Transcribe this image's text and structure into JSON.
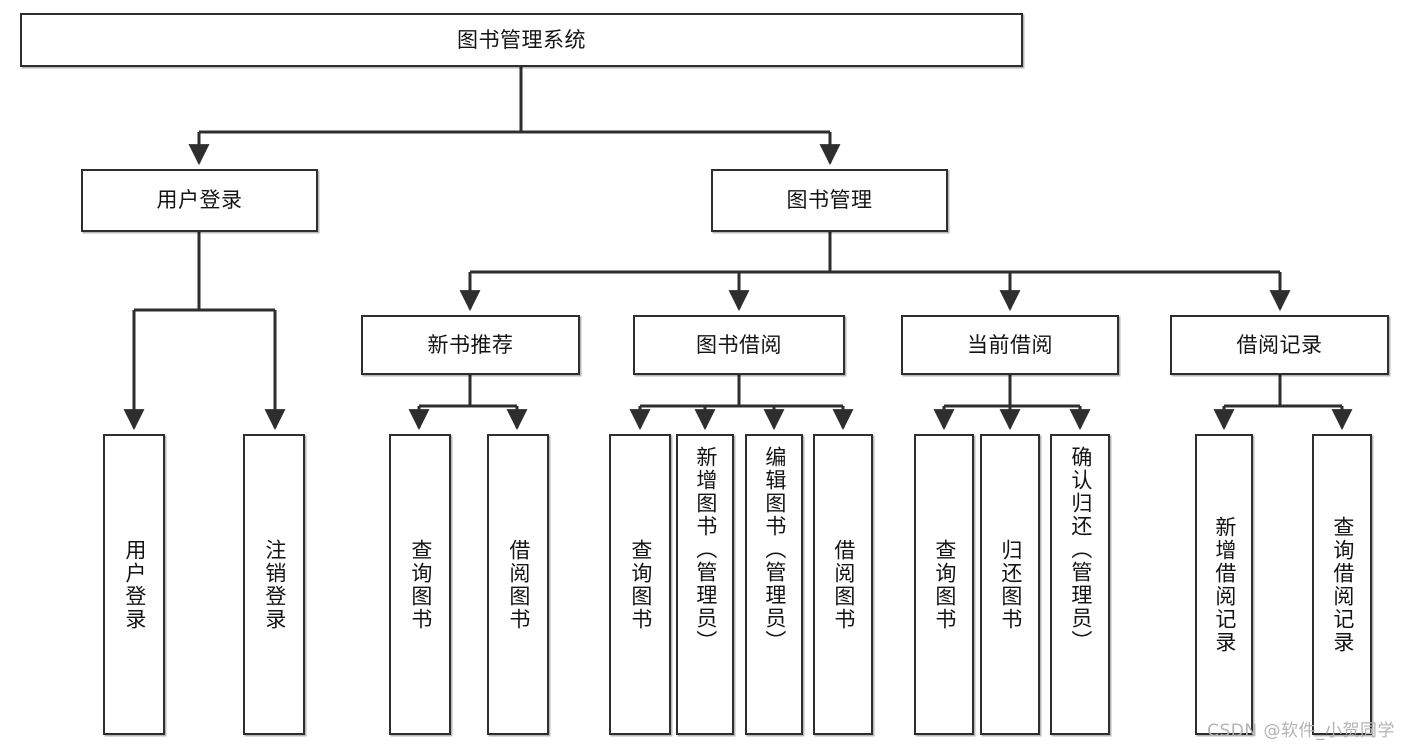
{
  "diagram": {
    "title": "图书管理系统",
    "type": "hierarchy-tree",
    "watermark": "CSDN @软件_小贺同学",
    "colors": {
      "box_border": "#2e2e2e",
      "box_fill": "#ffffff",
      "connector": "#2e2e2e",
      "text": "#141414",
      "watermark": "#b4b4b4"
    },
    "levels": [
      {
        "level": 1,
        "nodes": [
          {
            "id": "root",
            "label": "图书管理系统",
            "orientation": "horizontal"
          }
        ]
      },
      {
        "level": 2,
        "nodes": [
          {
            "id": "user-login",
            "label": "用户登录",
            "orientation": "horizontal",
            "parent": "root"
          },
          {
            "id": "book-manage",
            "label": "图书管理",
            "orientation": "horizontal",
            "parent": "root"
          }
        ]
      },
      {
        "level": 3,
        "nodes": [
          {
            "id": "new-book-recommend",
            "label": "新书推荐",
            "orientation": "horizontal",
            "parent": "book-manage"
          },
          {
            "id": "book-borrow",
            "label": "图书借阅",
            "orientation": "horizontal",
            "parent": "book-manage"
          },
          {
            "id": "current-borrow",
            "label": "当前借阅",
            "orientation": "horizontal",
            "parent": "book-manage"
          },
          {
            "id": "borrow-record",
            "label": "借阅记录",
            "orientation": "horizontal",
            "parent": "book-manage"
          }
        ]
      },
      {
        "level": 4,
        "nodes": [
          {
            "id": "leaf-user-login",
            "label": "用户登录",
            "orientation": "vertical",
            "parent": "user-login"
          },
          {
            "id": "leaf-logout-login",
            "label": "注销登录",
            "orientation": "vertical",
            "parent": "user-login"
          },
          {
            "id": "leaf-query-book-1",
            "label": "查询图书",
            "orientation": "vertical",
            "parent": "new-book-recommend"
          },
          {
            "id": "leaf-borrow-book-1",
            "label": "借阅图书",
            "orientation": "vertical",
            "parent": "new-book-recommend"
          },
          {
            "id": "leaf-query-book-2",
            "label": "查询图书",
            "orientation": "vertical",
            "parent": "book-borrow"
          },
          {
            "id": "leaf-add-book-admin",
            "label": "新增图书（管理员）",
            "orientation": "vertical",
            "parent": "book-borrow"
          },
          {
            "id": "leaf-edit-book-admin",
            "label": "编辑图书（管理员）",
            "orientation": "vertical",
            "parent": "book-borrow"
          },
          {
            "id": "leaf-borrow-book-2",
            "label": "借阅图书",
            "orientation": "vertical",
            "parent": "book-borrow"
          },
          {
            "id": "leaf-query-book-3",
            "label": "查询图书",
            "orientation": "vertical",
            "parent": "current-borrow"
          },
          {
            "id": "leaf-return-book",
            "label": "归还图书",
            "orientation": "vertical",
            "parent": "current-borrow"
          },
          {
            "id": "leaf-confirm-return-admin",
            "label": "确认归还（管理员）",
            "orientation": "vertical",
            "parent": "current-borrow"
          },
          {
            "id": "leaf-add-borrow-record",
            "label": "新增借阅记录",
            "orientation": "vertical",
            "parent": "borrow-record"
          },
          {
            "id": "leaf-query-borrow-record",
            "label": "查询借阅记录",
            "orientation": "vertical",
            "parent": "borrow-record"
          }
        ]
      }
    ]
  }
}
